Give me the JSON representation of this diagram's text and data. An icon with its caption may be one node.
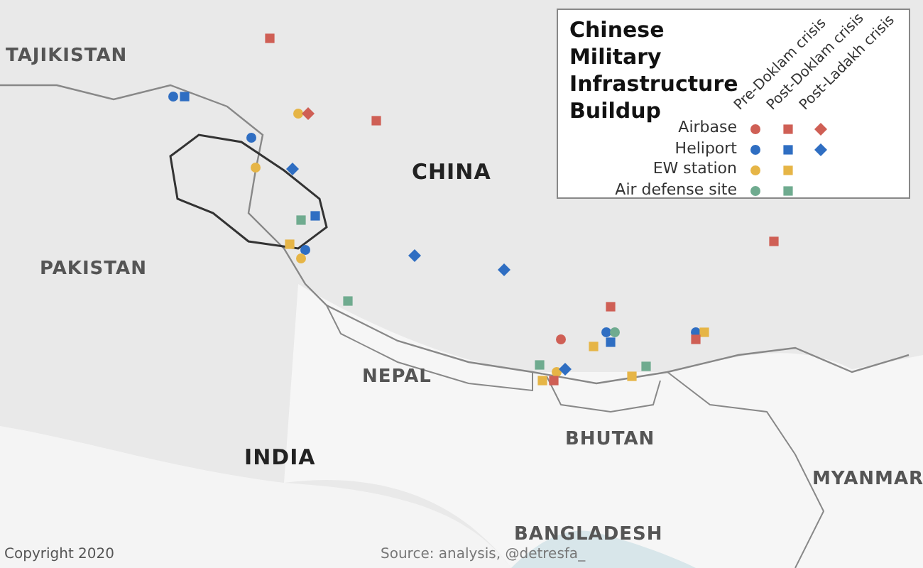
{
  "diagram": {
    "title": "Chinese Military Infrastructure Buildup",
    "labels": [
      "TAJIKISTAN",
      "CHINA",
      "PAKISTAN",
      "NEPAL",
      "BHUTAN",
      "INDIA",
      "BANGLADESH",
      "MYANMAR",
      "Pre-Doklam crisis",
      "Post-Doklam crisis",
      "Post-Ladakh crisis",
      "Airbase",
      "Heliport",
      "EW station",
      "Air defense site",
      "Copyright 2020",
      "Source: analysis, @detresfa_"
    ]
  }
}
